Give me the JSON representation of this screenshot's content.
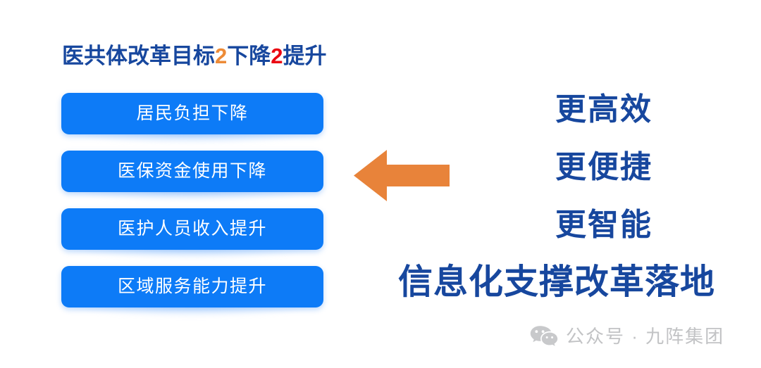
{
  "slide": {
    "background_color": "#ffffff",
    "title": {
      "prefix": "医共体改革目标",
      "num1": "2",
      "mid": "下降",
      "num2": "2",
      "suffix": "提升",
      "full_text": "医共体改革目标2下降2提升",
      "color": "#17479e",
      "num1_color": "#ed8b37",
      "num2_color": "#ea0712"
    },
    "goals": {
      "button_color": "#0d7bf7",
      "text_color": "#ffffff",
      "items": [
        {
          "label": "居民负担下降"
        },
        {
          "label": "医保资金使用下降"
        },
        {
          "label": "医护人员收入提升"
        },
        {
          "label": "区域服务能力提升"
        }
      ]
    },
    "arrow": {
      "icon": "arrow-left-icon",
      "direction": "left",
      "color": "#e8833a"
    },
    "benefits": {
      "color": "#17479e",
      "lines": [
        {
          "label": "更高效"
        },
        {
          "label": "更便捷"
        },
        {
          "label": "更智能"
        }
      ],
      "conclusion": "信息化支撑改革落地"
    },
    "watermark": {
      "icon": "wechat-icon",
      "text": "公众号 · 九阵集团",
      "color": "#c2c3c5"
    }
  }
}
